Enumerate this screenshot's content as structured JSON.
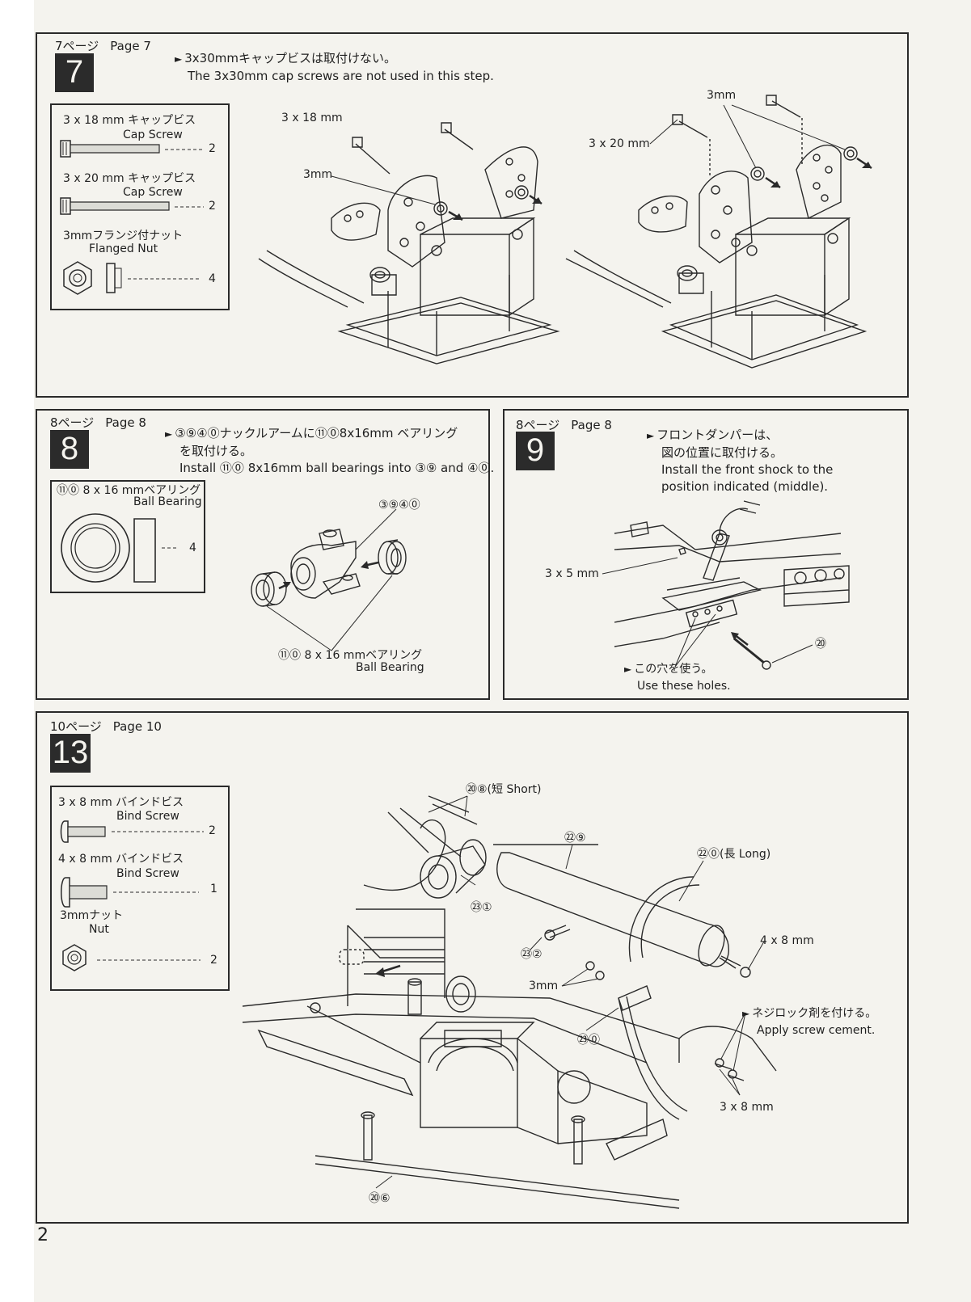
{
  "page_number": "2",
  "step7": {
    "page_jp": "7ページ",
    "page_en": "Page 7",
    "number": "7",
    "note_jp": "3x30mmキャップビスは取付けない。",
    "note_en": "The 3x30mm cap screws are not used in this step.",
    "parts": [
      {
        "jp": "3 x 18 mm キャップビス",
        "en": "Cap Screw",
        "qty": "2"
      },
      {
        "jp": "3 x 20 mm キャップビス",
        "en": "Cap Screw",
        "qty": "2"
      },
      {
        "jp": "3mmフランジ付ナット",
        "en": "Flanged Nut",
        "qty": "4"
      }
    ],
    "labels": {
      "left_screw": "3 x 18 mm",
      "left_nut": "3mm",
      "right_screw": "3 x 20 mm",
      "right_nut": "3mm"
    }
  },
  "step8": {
    "page_jp": "8ページ",
    "page_en": "Page 8",
    "number": "8",
    "note_jp_1": "③⑨④⓪ナックルアームに⑪⓪8x16mm ベアリング",
    "note_jp_2": "を取付ける。",
    "note_en": "Install ⑪⓪ 8x16mm ball bearings into ③⑨ and ④⓪.",
    "part": {
      "jp": "⑪⓪ 8 x 16 mmベアリング",
      "en": "Ball Bearing",
      "qty": "4"
    },
    "labels": {
      "knuckle": "③⑨④⓪",
      "bearing_jp": "⑪⓪ 8 x 16 mmベアリング",
      "bearing_en": "Ball Bearing"
    }
  },
  "step9": {
    "page_jp": "8ページ",
    "page_en": "Page 8",
    "number": "9",
    "note_jp_1": "フロントダンパーは、",
    "note_jp_2": "図の位置に取付ける。",
    "note_en_1": "Install the front shock to the",
    "note_en_2": "position indicated (middle).",
    "labels": {
      "screw": "3 x 5 mm",
      "part": "⑳",
      "holes_jp": "この穴を使う。",
      "holes_en": "Use these holes."
    }
  },
  "step13": {
    "page_jp": "10ページ",
    "page_en": "Page 10",
    "number": "13",
    "parts": [
      {
        "jp": "3 x 8 mm バインドビス",
        "en": "Bind Screw",
        "qty": "2"
      },
      {
        "jp": "4 x 8 mm バインドビス",
        "en": "Bind Screw",
        "qty": "1"
      },
      {
        "jp": "3mmナット",
        "en": "Nut",
        "qty": "2"
      }
    ],
    "labels": {
      "tie_short": "⑳⑧(短 Short)",
      "muffler": "㉒⑨",
      "tie_long": "㉒⓪(長 Long)",
      "manifold": "㉓①",
      "screw_4x8": "4 x 8 mm",
      "joint": "㉓②",
      "nut": "3mm",
      "bracket": "㉓⓪",
      "cement_jp": "ネジロック剤を付ける。",
      "cement_en": "Apply screw cement.",
      "screw_3x8": "3 x 8 mm",
      "pipe": "⑳⑥"
    }
  }
}
